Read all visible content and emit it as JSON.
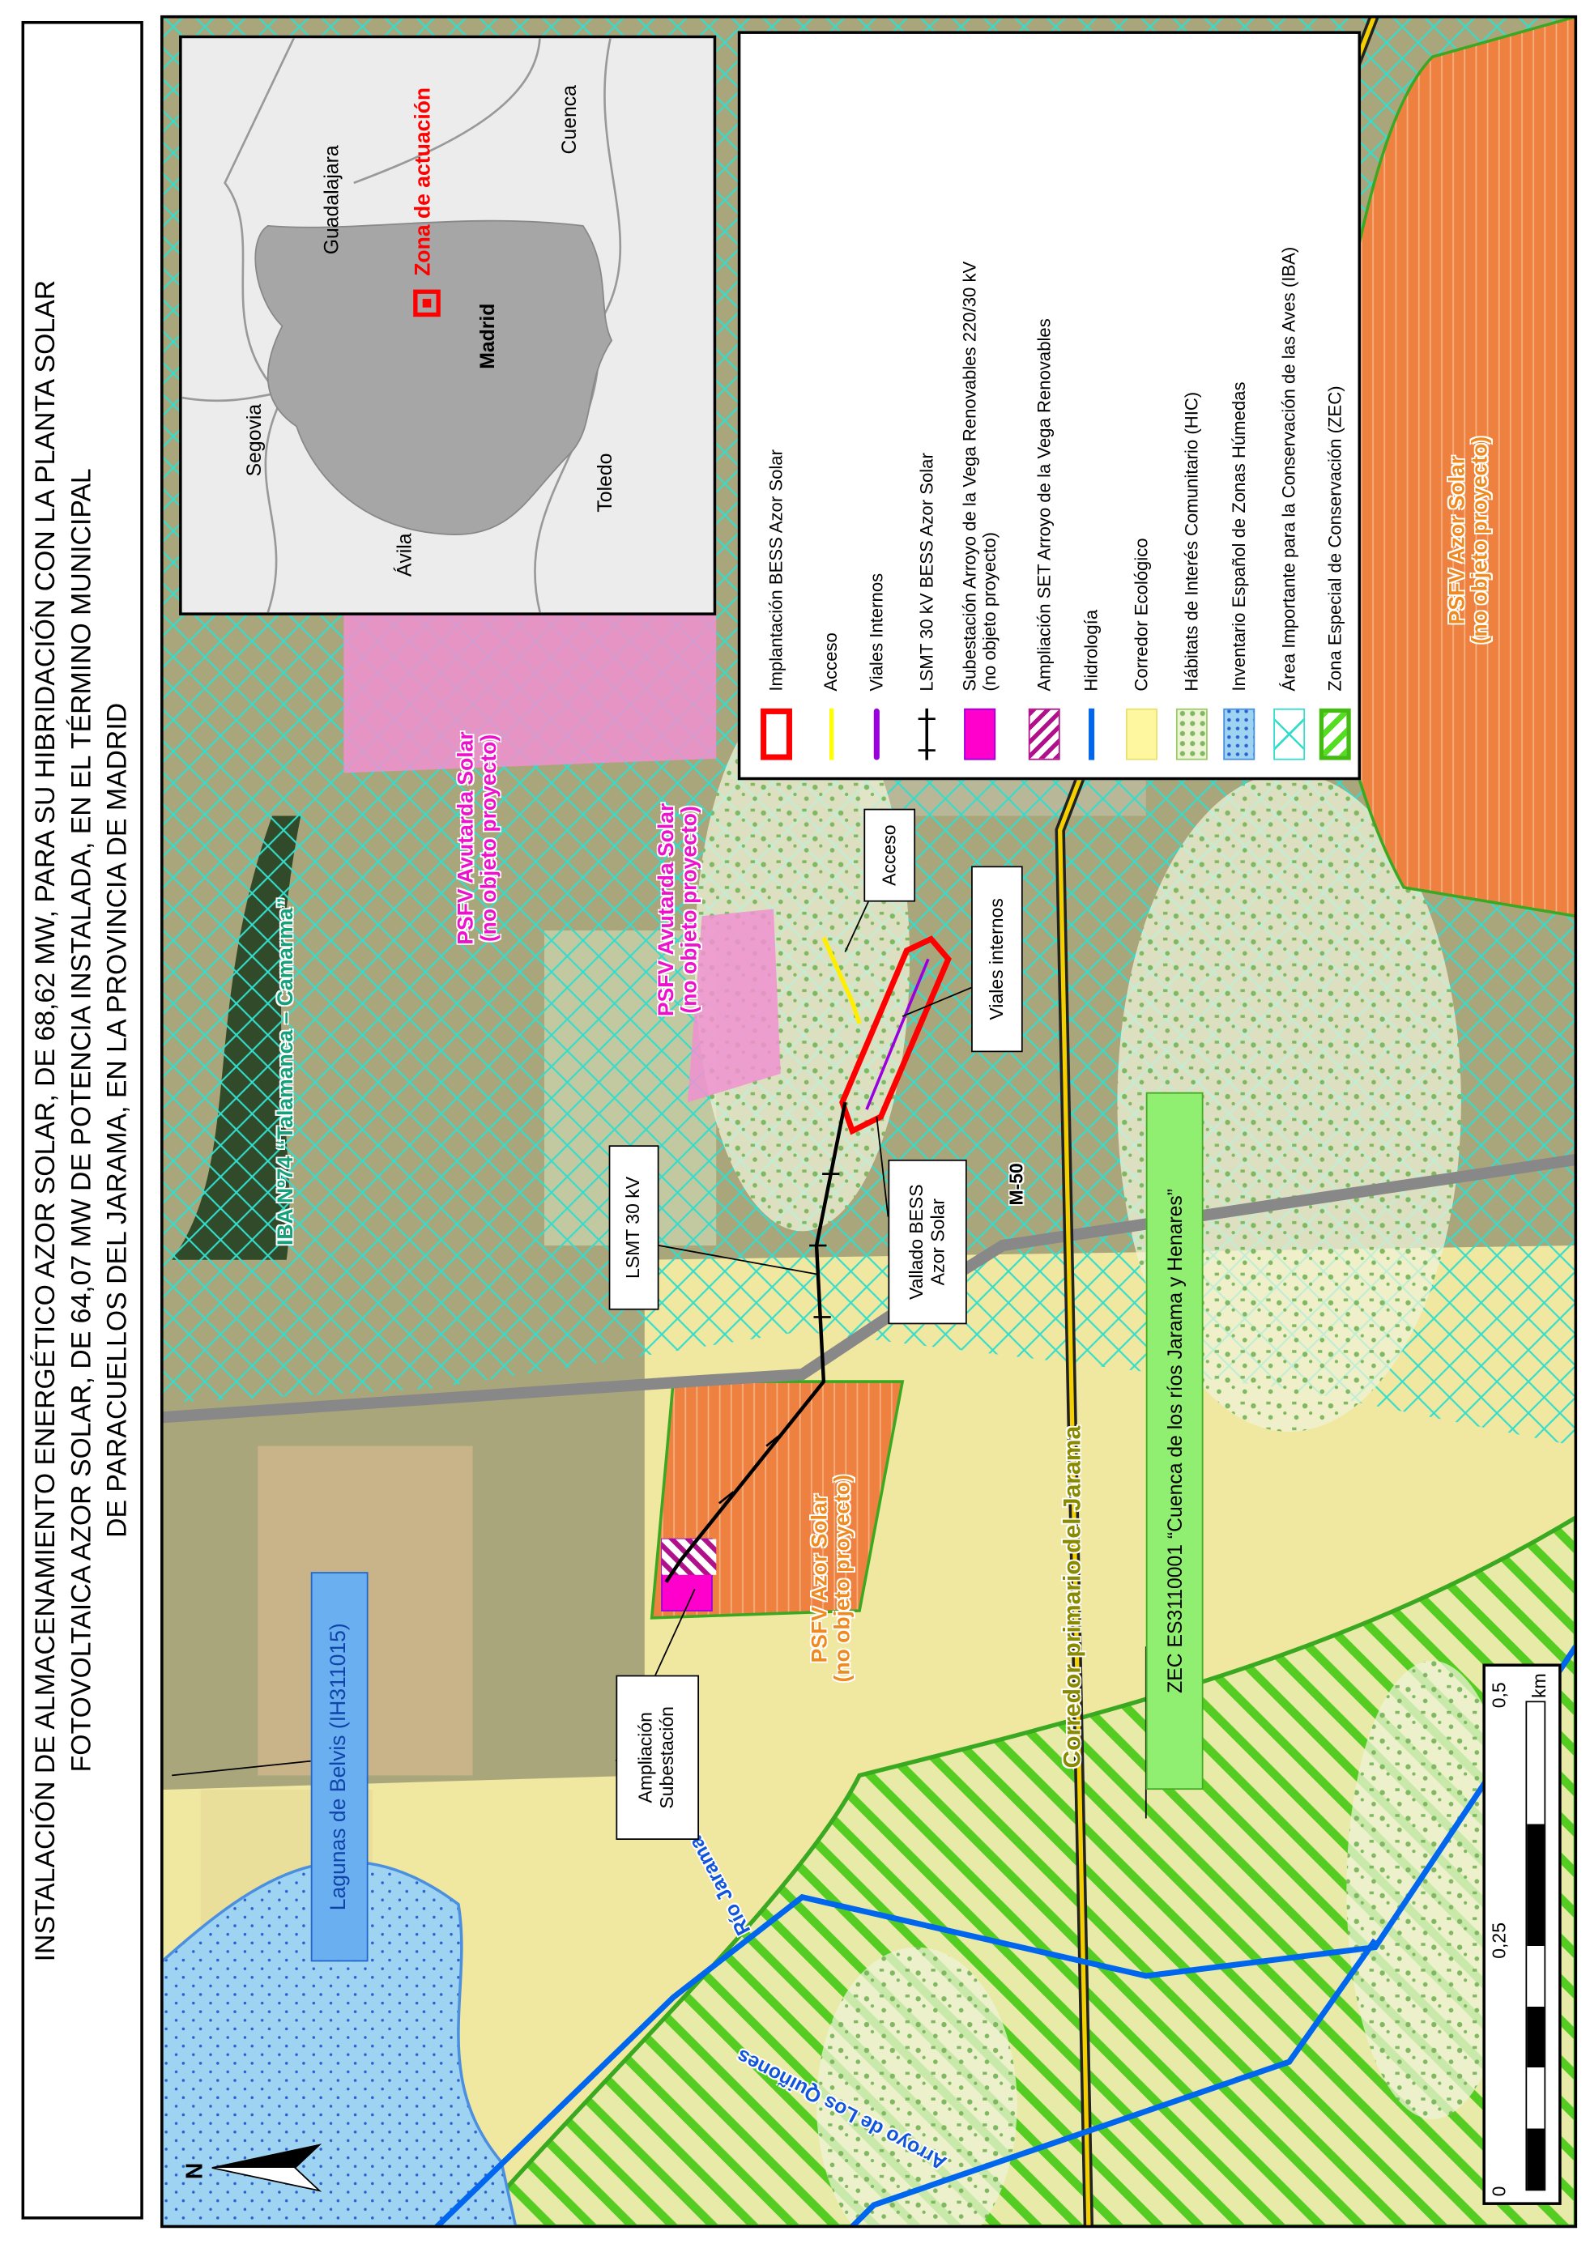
{
  "title": {
    "lines": [
      "INSTALACIÓN DE ALMACENAMIENTO ENERGÉTICO AZOR SOLAR, DE 68,62 MW, PARA SU HIBRIDACIÓN CON LA PLANTA SOLAR",
      "FOTOVOLTAICA AZOR SOLAR, DE 64,07 MW DE POTENCIA INSTALADA, EN EL TÉRMINO MUNICIPAL",
      "DE PARACUELLOS DEL JARAMA, EN LA PROVINCIA DE MADRID"
    ]
  },
  "map_labels": {
    "iba": "IBA Nº74 “Talamanca – Camarma”",
    "avutarda_1": [
      "PSFV Avutarda Solar",
      "(no objeto proyecto)"
    ],
    "avutarda_2": [
      "PSFV Avutarda Solar",
      "(no objeto proyecto)"
    ],
    "azor_1": [
      "PSFV Azor Solar",
      "(no objeto proyecto)"
    ],
    "azor_2": [
      "PSFV Azor Solar",
      "(no objeto proyecto)"
    ],
    "corredor": "Corredor primario del Jarama",
    "zec": "ZEC ES3110001 “Cuenca de los ríos Jarama y Henares”",
    "lagunas": "Lagunas de Belvis (IH311015)",
    "rio_jarama": "Río Jarama",
    "arroyo": "Arroyo de Los Quiñones",
    "m50": "M-50",
    "north": "N"
  },
  "callouts": {
    "acceso": "Acceso",
    "viales": "Viales internos",
    "vallado": [
      "Vallado BESS",
      "Azor Solar"
    ],
    "lsmt": "LSMT 30 kV",
    "ampliacion": [
      "Ampliación",
      "Subestación"
    ]
  },
  "legend": {
    "items": [
      {
        "label": "Implantación BESS Azor Solar",
        "symbol": "red-outline"
      },
      {
        "label": "Acceso",
        "symbol": "yellow-line"
      },
      {
        "label": "Viales Internos",
        "symbol": "purple-line"
      },
      {
        "label": "LSMT 30 kV BESS Azor Solar",
        "symbol": "black-line-ticks"
      },
      {
        "label": "Subestación Arroyo de la Vega Renovables 220/30 kV",
        "label2": "(no objeto proyecto)",
        "symbol": "magenta-fill"
      },
      {
        "label": "Ampliación SET Arroyo de la Vega Renovables",
        "symbol": "magenta-hatch"
      },
      {
        "label": "Hidrología",
        "symbol": "blue-line"
      },
      {
        "label": "Corredor Ecológico",
        "symbol": "yellow-fill"
      },
      {
        "label": "Hábitats de Interés Comunitario (HIC)",
        "symbol": "green-dots"
      },
      {
        "label": "Inventario Español de Zonas Húmedas",
        "symbol": "blue-dots"
      },
      {
        "label": "Área Importante para la Conservación de las Aves (IBA)",
        "symbol": "cyan-crosshatch"
      },
      {
        "label": "Zona Especial de Conservación (ZEC)",
        "symbol": "green-hatch"
      }
    ]
  },
  "inset": {
    "zona": "Zona de actuación",
    "provinces": {
      "madrid": "Madrid",
      "guadalajara": "Guadalajara",
      "cuenca": "Cuenca",
      "segovia": "Segovia",
      "avila": "Ávila",
      "toledo": "Toledo"
    }
  },
  "scale_bar": {
    "ticks": [
      "0",
      "0,25",
      "0,5"
    ],
    "unit": "km"
  },
  "colors": {
    "bess": "#ff0000",
    "acceso": "#ffff00",
    "viales": "#9900dd",
    "substation": "#ff00cc",
    "hydro": "#0066ee",
    "corredor": "#fff7a0",
    "iba": "#33ddcc",
    "zec": "#44bb11",
    "psfv_azor": "#f08040",
    "psfv_avutarda": "#f090d0"
  }
}
